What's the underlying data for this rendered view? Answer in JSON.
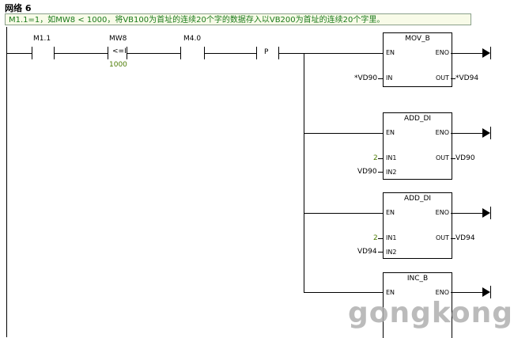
{
  "network": {
    "title": "网络 6",
    "comment": "M1.1=1，如MW8 < 1000，将VB100为首址的连续20个字的数据存入以VB200为首址的连续20个字里。"
  },
  "contacts": [
    {
      "name": "M1.1"
    },
    {
      "name": "MW8",
      "op": "<=I",
      "value": "1000"
    },
    {
      "name": "M4.0"
    },
    {
      "name": "P"
    }
  ],
  "boxes": [
    {
      "title": "MOV_B",
      "en": "EN",
      "eno": "ENO",
      "in_pins": [
        {
          "pin": "IN",
          "operand": "*VD90"
        }
      ],
      "out_pin": "OUT",
      "out_operand": "*VD94"
    },
    {
      "title": "ADD_DI",
      "en": "EN",
      "eno": "ENO",
      "in_pins": [
        {
          "pin": "IN1",
          "operand": "2"
        },
        {
          "pin": "IN2",
          "operand": "VD90"
        }
      ],
      "out_pin": "OUT",
      "out_operand": "VD90"
    },
    {
      "title": "ADD_DI",
      "en": "EN",
      "eno": "ENO",
      "in_pins": [
        {
          "pin": "IN1",
          "operand": "2"
        },
        {
          "pin": "IN2",
          "operand": "VD94"
        }
      ],
      "out_pin": "OUT",
      "out_operand": "VD94"
    },
    {
      "title": "INC_B",
      "en": "EN",
      "eno": "ENO"
    }
  ],
  "watermark": "gongkong"
}
